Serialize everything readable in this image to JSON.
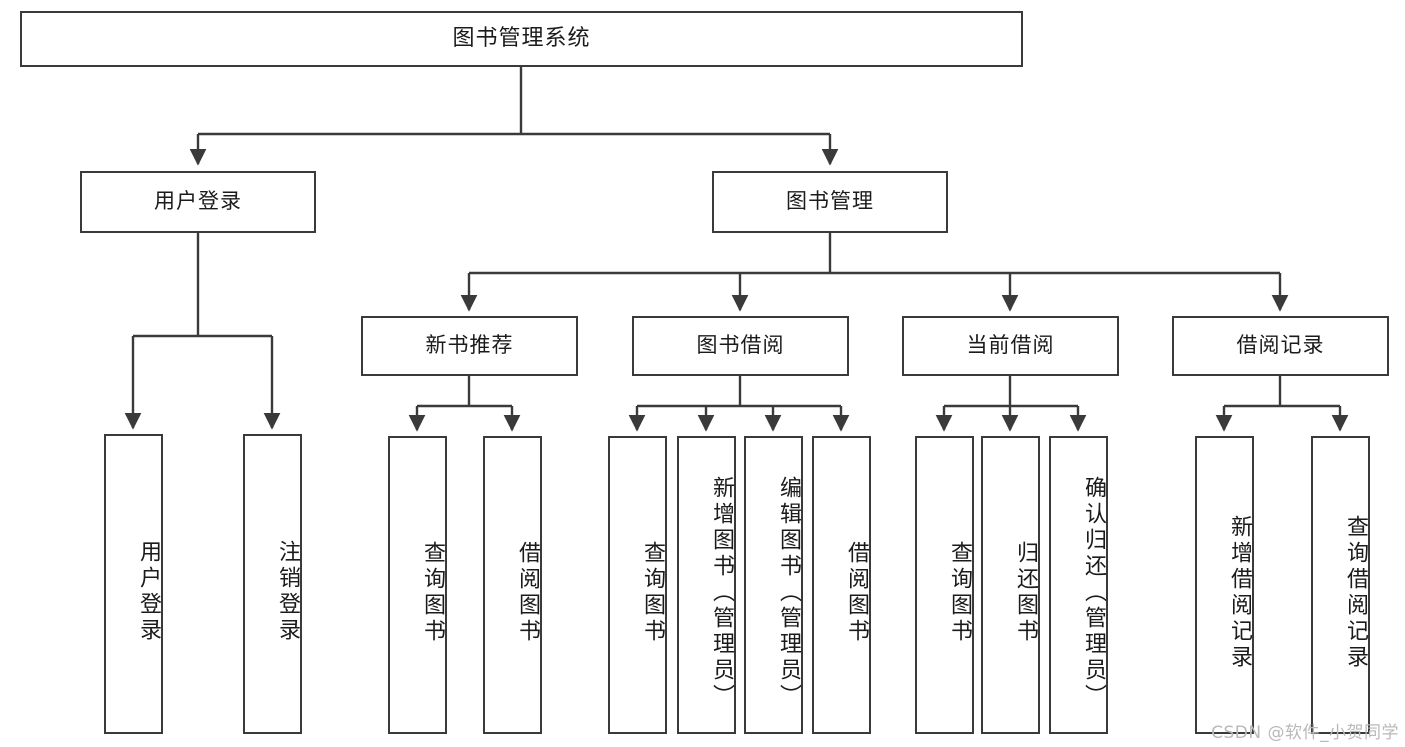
{
  "diagram": {
    "type": "tree",
    "title": "图书管理系统",
    "orientation": "top-down",
    "colors": {
      "box_border": "#3a3a3a",
      "box_fill": "#ffffff",
      "connector": "#3a3a3a",
      "text": "#1b1b1b",
      "watermark": "#b9b9b9",
      "background": "#ffffff"
    },
    "root": {
      "label": "图书管理系统"
    },
    "level2": [
      {
        "id": "user-login",
        "label": "用户登录"
      },
      {
        "id": "book-manage",
        "label": "图书管理"
      }
    ],
    "level3": [
      {
        "id": "new-book-recommend",
        "label": "新书推荐",
        "parent": "book-manage"
      },
      {
        "id": "book-borrow",
        "label": "图书借阅",
        "parent": "book-manage"
      },
      {
        "id": "current-borrow",
        "label": "当前借阅",
        "parent": "book-manage"
      },
      {
        "id": "borrow-record",
        "label": "借阅记录",
        "parent": "book-manage"
      }
    ],
    "leaves": [
      {
        "id": "leaf-user-login",
        "label": "用户登录",
        "parent": "user-login"
      },
      {
        "id": "leaf-user-logout",
        "label": "注销登录",
        "parent": "user-login"
      },
      {
        "id": "leaf-query-book-1",
        "label": "查询图书",
        "parent": "new-book-recommend"
      },
      {
        "id": "leaf-borrow-book-1",
        "label": "借阅图书",
        "parent": "new-book-recommend"
      },
      {
        "id": "leaf-query-book-2",
        "label": "查询图书",
        "parent": "book-borrow"
      },
      {
        "id": "leaf-add-book",
        "label": "新增图书（管理员）",
        "parent": "book-borrow"
      },
      {
        "id": "leaf-edit-book",
        "label": "编辑图书（管理员）",
        "parent": "book-borrow"
      },
      {
        "id": "leaf-borrow-book-2",
        "label": "借阅图书",
        "parent": "book-borrow"
      },
      {
        "id": "leaf-query-book-3",
        "label": "查询图书",
        "parent": "current-borrow"
      },
      {
        "id": "leaf-return-book",
        "label": "归还图书",
        "parent": "current-borrow"
      },
      {
        "id": "leaf-confirm-return",
        "label": "确认归还（管理员）",
        "parent": "current-borrow"
      },
      {
        "id": "leaf-add-record",
        "label": "新增借阅记录",
        "parent": "borrow-record"
      },
      {
        "id": "leaf-query-record",
        "label": "查询借阅记录",
        "parent": "borrow-record"
      }
    ]
  },
  "watermark": {
    "text": "CSDN @软件_小贺同学"
  }
}
